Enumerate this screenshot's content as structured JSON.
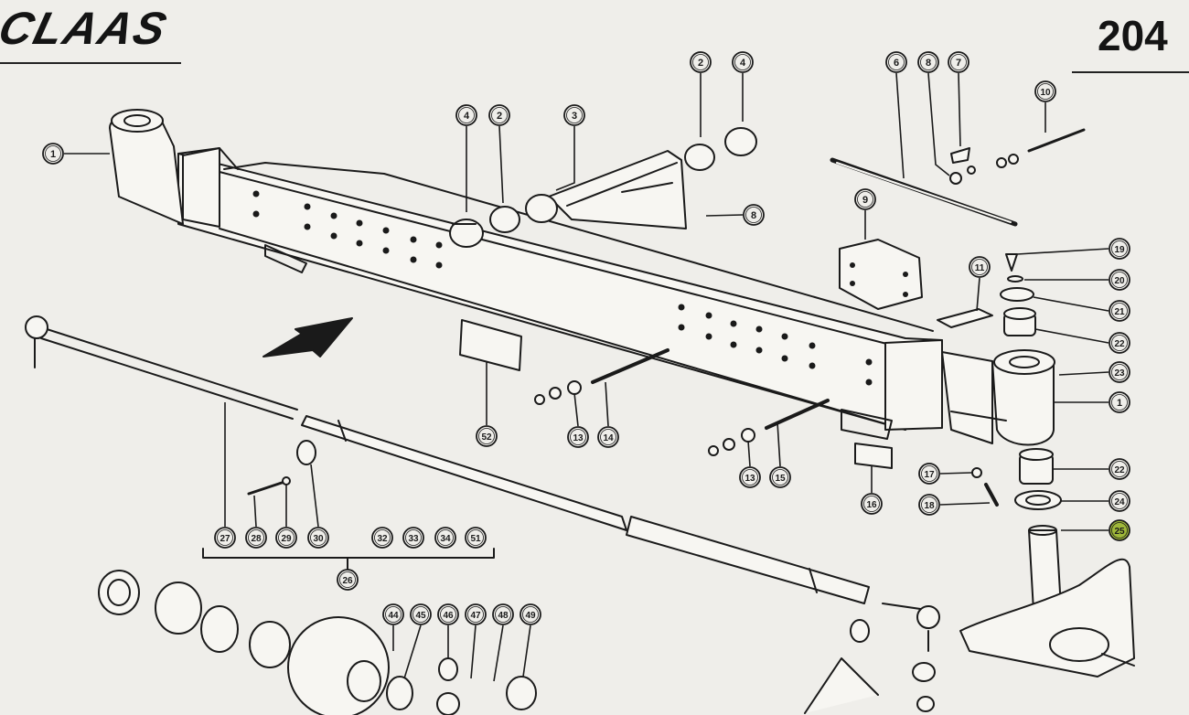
{
  "header": {
    "brand": "CLAAS",
    "page_number": "204"
  },
  "callouts": [
    {
      "label": "1"
    },
    {
      "label": "4"
    },
    {
      "label": "2"
    },
    {
      "label": "3"
    },
    {
      "label": "2"
    },
    {
      "label": "4"
    },
    {
      "label": "6"
    },
    {
      "label": "8"
    },
    {
      "label": "7"
    },
    {
      "label": "10"
    },
    {
      "label": "8"
    },
    {
      "label": "9"
    },
    {
      "label": "19"
    },
    {
      "label": "20"
    },
    {
      "label": "11"
    },
    {
      "label": "21"
    },
    {
      "label": "22"
    },
    {
      "label": "23"
    },
    {
      "label": "1"
    },
    {
      "label": "22"
    },
    {
      "label": "24"
    },
    {
      "label": "25"
    },
    {
      "label": "52"
    },
    {
      "label": "13"
    },
    {
      "label": "14"
    },
    {
      "label": "13"
    },
    {
      "label": "15"
    },
    {
      "label": "16"
    },
    {
      "label": "17"
    },
    {
      "label": "18"
    },
    {
      "label": "27"
    },
    {
      "label": "28"
    },
    {
      "label": "29"
    },
    {
      "label": "30"
    },
    {
      "label": "32"
    },
    {
      "label": "33"
    },
    {
      "label": "34"
    },
    {
      "label": "51"
    },
    {
      "label": "26"
    },
    {
      "label": "44"
    },
    {
      "label": "45"
    },
    {
      "label": "46"
    },
    {
      "label": "47"
    },
    {
      "label": "48"
    },
    {
      "label": "49"
    }
  ],
  "highlight_color": "#9fb83a",
  "line_color": "#1a1a1a"
}
